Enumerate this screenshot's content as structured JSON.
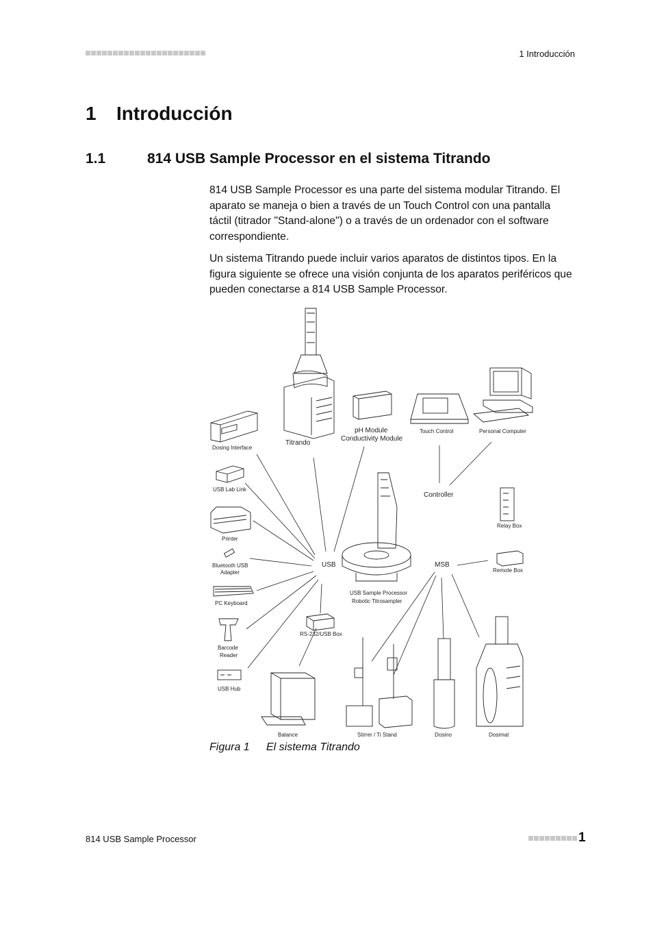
{
  "header": {
    "chapter_label": "1 Introducción"
  },
  "chapter": {
    "number": "1",
    "title": "Introducción"
  },
  "section": {
    "number": "1.1",
    "title": "814 USB Sample Processor en el sistema Titrando"
  },
  "paragraphs": [
    "814 USB Sample Processor es una parte del sistema modular Titrando. El aparato se maneja o bien a través de un Touch Control con una pantalla táctil (titrador \"Stand-alone\") o a través de un ordenador con el software correspondiente.",
    "Un sistema Titrando puede incluir varios aparatos de distintos tipos. En la figura siguiente se ofrece una visión conjunta de los aparatos periféricos que pueden conectarse a 814 USB Sample Processor."
  ],
  "figure": {
    "labels": {
      "dosing_interface": "Dosing Interface",
      "titrando": "Titrando",
      "ph_module": "pH Module",
      "conductivity_module": "Conductivity Module",
      "touch_control": "Touch Control",
      "personal_computer": "Personal Computer",
      "usb_lab_link": "USB Lab Link",
      "controller": "Controller",
      "relay_box": "Relay Box",
      "printer": "Printer",
      "bluetooth_1": "Bluetooth USB",
      "bluetooth_2": "Adapter",
      "usb": "USB",
      "msb": "MSB",
      "remote_box": "Remote Box",
      "pc_keyboard": "PC Keyboard",
      "sample_processor_1": "USB Sample Processor",
      "sample_processor_2": "Robotic Titrosampler",
      "rs232_box": "RS-232/USB Box",
      "barcode_1": "Barcode",
      "barcode_2": "Reader",
      "usb_hub": "USB Hub",
      "balance": "Balance",
      "stirrer": "Stirrer / Ti Stand",
      "dosino": "Dosino",
      "dosimat": "Dosimat"
    },
    "caption_label": "Figura 1",
    "caption_text": "El sistema Titrando"
  },
  "footer": {
    "product": "814 USB Sample Processor",
    "page_number": "1"
  }
}
